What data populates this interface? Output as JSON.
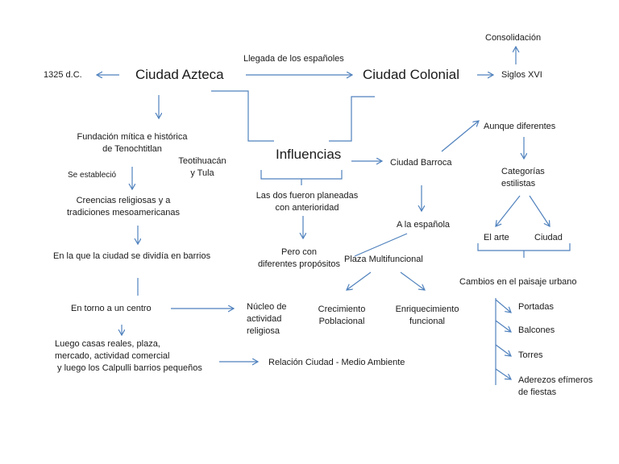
{
  "stroke_color": "#4f81bd",
  "text_color": "#1a1a1a",
  "nodes": {
    "consolidacion": "Consolidación",
    "llegada": "Llegada de los españoles",
    "fecha": "1325 d.C.",
    "ciudad_azteca": "Ciudad Azteca",
    "ciudad_colonial": "Ciudad Colonial",
    "siglos": "Siglos XVI",
    "aunque_diferentes": "Aunque diferentes",
    "fundacion": [
      "Fundación mítica e histórica",
      "de Tenochtitlan"
    ],
    "teotihuacan": [
      "Teotihuacán",
      "y Tula"
    ],
    "influencias": "Influencias",
    "ciudad_barroca": "Ciudad Barroca",
    "categorias": [
      "Categorías",
      "estilistas"
    ],
    "se_establecio": "Se estableció",
    "planeadas": [
      "Las dos fueron planeadas",
      "con anterioridad"
    ],
    "creencias": [
      "Creencias religiosas y a",
      "tradiciones mesoamericanas"
    ],
    "a_la_espanola": "A la española",
    "el_arte": "El arte",
    "ciudad": "Ciudad",
    "barrios": "En la que la ciudad se dividía en barrios",
    "pero_con": [
      "Pero con",
      "diferentes propósitos"
    ],
    "plaza": "Plaza Multifuncional",
    "cambios": "Cambios en el paisaje urbano",
    "en_torno": "En torno a un centro",
    "nucleo": [
      "Núcleo de",
      "actividad",
      "religiosa"
    ],
    "crecimiento": [
      "Crecimiento",
      "Poblacional"
    ],
    "enriquecimiento": [
      "Enriquecimiento",
      "funcional"
    ],
    "portadas": "Portadas",
    "balcones": "Balcones",
    "torres": "Torres",
    "aderezos": [
      "Aderezos efímeros",
      "de fiestas"
    ],
    "luego": [
      "Luego casas reales, plaza,",
      "mercado, actividad comercial",
      " y luego los Calpulli barrios pequeños"
    ],
    "relacion": "Relación Ciudad - Medio Ambiente"
  }
}
